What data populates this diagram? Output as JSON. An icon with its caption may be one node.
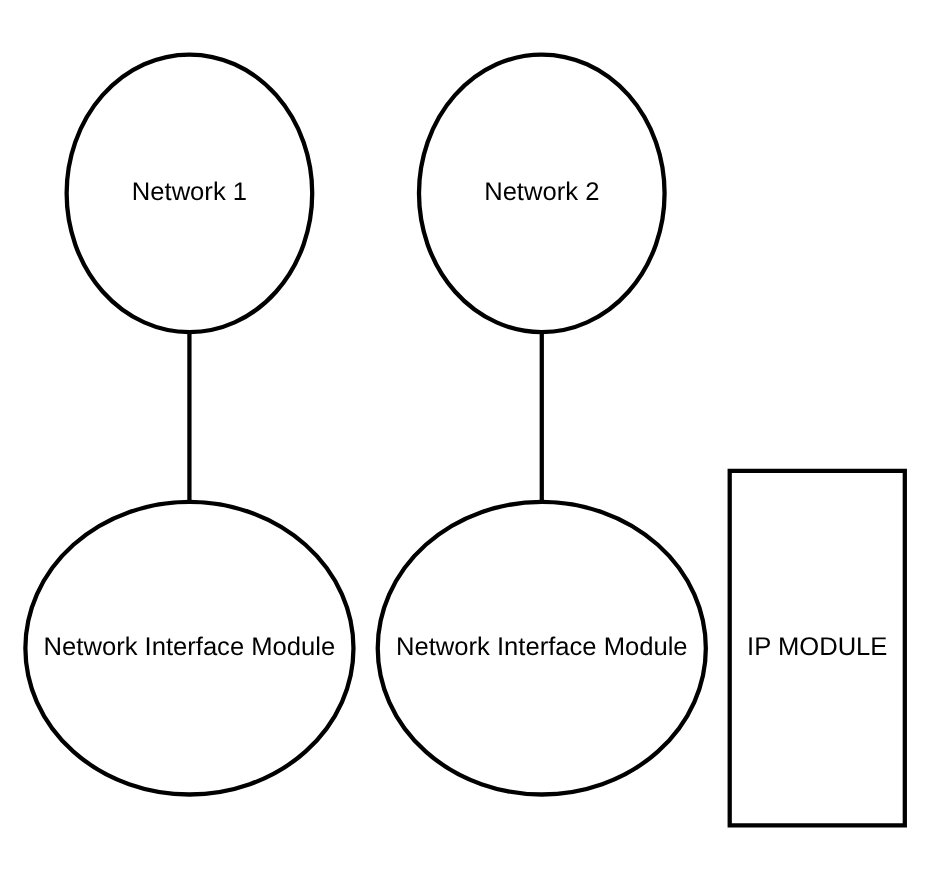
{
  "diagram": {
    "nodes": [
      {
        "text": [
          "Network 1"
        ]
      },
      {
        "text": [
          "Network 2"
        ]
      },
      {
        "text": [
          "Network Interface Module"
        ]
      },
      {
        "text": [
          "IP MODULE"
        ]
      },
      {
        "text": [
          "Network Interface Module"
        ]
      }
    ],
    "edges": [
      {
        "from": 0,
        "to": 2,
        "arrow": "none"
      },
      {
        "from": 4,
        "to": 1,
        "arrow": "none"
      }
    ]
  }
}
